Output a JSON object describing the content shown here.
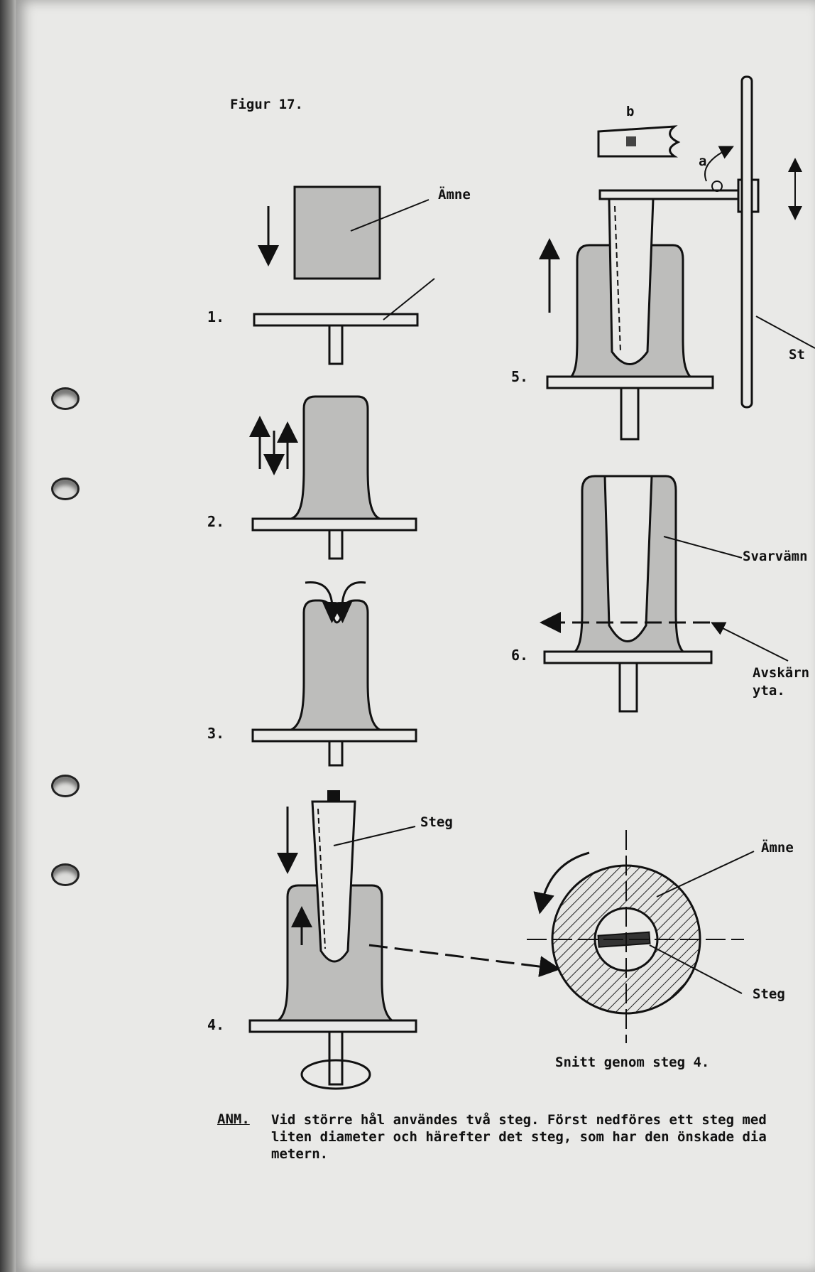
{
  "figure_title": "Figur 17.",
  "step_numbers": [
    "1.",
    "2.",
    "3.",
    "4.",
    "5.",
    "6."
  ],
  "labels": {
    "amne_top": "Ämne",
    "steg_step4": "Steg",
    "b": "b",
    "a": "a",
    "st": "St",
    "svarvamne": "Svarvämn",
    "avskarn": "Avskärn",
    "yta": "yta.",
    "amne_section": "Ämne",
    "steg_section": "Steg",
    "section_caption": "Snitt genom steg 4."
  },
  "note": {
    "heading": "ANM.",
    "text": "Vid större hål användes två steg. Först nedföres ett steg med\nliten diameter och härefter det steg, som har den önskade dia\nmetern."
  }
}
